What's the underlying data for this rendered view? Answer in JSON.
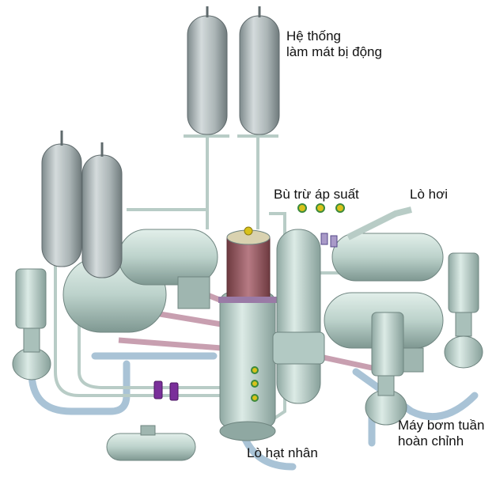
{
  "labels": {
    "passive_cooling": {
      "line1": "Hệ thống",
      "line2": "làm mát bị động"
    },
    "pressurizer": "Bù trừ áp suất",
    "steam_generator": "Lò hơi",
    "reactor": "Lò hạt nhân",
    "pump": {
      "line1": "Máy bơm tuần",
      "line2": "hoàn chỉnh"
    }
  },
  "colors": {
    "steel": "#b9c2c3",
    "steel_dark": "#7e8a8c",
    "teal": "#c9dcd6",
    "teal_dark": "#8fa8a2",
    "pipe_blue": "#a9c3d6",
    "pipe_pink": "#c89fb0",
    "valve_purple": "#7a2f9a",
    "valve_yellow": "#d8c21a",
    "valve_green": "#3c8a3c",
    "core_red": "#a8606a"
  }
}
